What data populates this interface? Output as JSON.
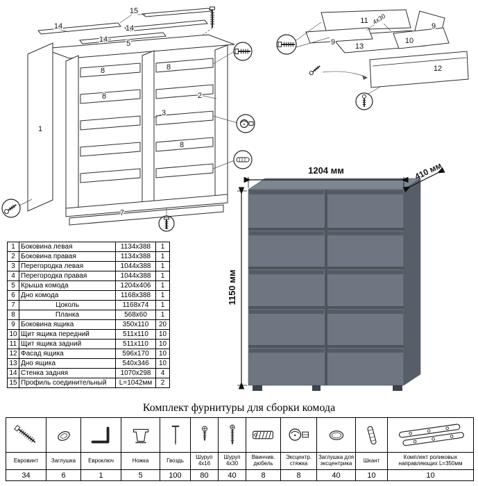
{
  "diagram_left": {
    "labels": {
      "l15": "15",
      "l14a": "14",
      "l14b": "14",
      "l14c": "14",
      "l5": "5",
      "l1": "1",
      "l8a": "8",
      "l8b": "8",
      "l8c": "8",
      "l8d": "8",
      "l2": "2",
      "l3": "3",
      "l7": "7"
    }
  },
  "diagram_right": {
    "labels": {
      "l11": "11",
      "l9a": "9",
      "l9b": "9",
      "l13": "13",
      "l10": "10",
      "l12": "12"
    },
    "screw_note": "4x30"
  },
  "product": {
    "dim_width": "1204 мм",
    "dim_depth": "410 мм",
    "dim_height": "1150 мм",
    "colors": {
      "front": "#6d7681",
      "top": "#7e8791",
      "side": "#575e67",
      "gap": "#4e545c",
      "groove": "#545b64"
    }
  },
  "parts_table": {
    "rows": [
      {
        "num": "1",
        "name": "Боковина левая",
        "size": "1134x388",
        "qty": "1"
      },
      {
        "num": "2",
        "name": "Боковина правая",
        "size": "1134x388",
        "qty": "1"
      },
      {
        "num": "3",
        "name": "Перегородка левая",
        "size": "1044x388",
        "qty": "1"
      },
      {
        "num": "4",
        "name": "Перегородка правая",
        "size": "1044x388",
        "qty": "1"
      },
      {
        "num": "5",
        "name": "Крыша комода",
        "size": "1204x406",
        "qty": "1"
      },
      {
        "num": "6",
        "name": "Дно комода",
        "size": "1168x388",
        "qty": "1"
      },
      {
        "num": "7",
        "name": "Цоколь",
        "size": "1168x74",
        "qty": "1"
      },
      {
        "num": "8",
        "name": "Планка",
        "size": "568x60",
        "qty": "1"
      },
      {
        "num": "9",
        "name": "Боковина ящика",
        "size": "350x110",
        "qty": "20"
      },
      {
        "num": "10",
        "name": "Щит ящика передний",
        "size": "511x110",
        "qty": "10"
      },
      {
        "num": "11",
        "name": "Щит ящика задний",
        "size": "511x110",
        "qty": "10"
      },
      {
        "num": "12",
        "name": "Фасад ящика",
        "size": "596x170",
        "qty": "10"
      },
      {
        "num": "13",
        "name": "Дно ящика",
        "size": "540x346",
        "qty": "10"
      },
      {
        "num": "14",
        "name": "Стенка задняя",
        "size": "1070x298",
        "qty": "4"
      },
      {
        "num": "15",
        "name": "Профиль соединительный",
        "size": "L=1042мм",
        "qty": "2"
      }
    ]
  },
  "hardware": {
    "title": "Комплект фурнитуры для сборки комода",
    "items": [
      {
        "name": "Евровинт",
        "qty": "34",
        "icon": "euroscrew-icon"
      },
      {
        "name": "Заглушка",
        "qty": "6",
        "icon": "cap-icon"
      },
      {
        "name": "Евроключ",
        "qty": "1",
        "icon": "hex-key-icon"
      },
      {
        "name": "Ножка",
        "qty": "5",
        "icon": "leg-icon"
      },
      {
        "name": "Гвоздь",
        "qty": "100",
        "icon": "nail-icon"
      },
      {
        "name": "Шуруп 4x16",
        "qty": "80",
        "icon": "screw-short-icon"
      },
      {
        "name": "Шуруп 4x30",
        "qty": "40",
        "icon": "screw-long-icon"
      },
      {
        "name": "Ввинчив. дюбель",
        "qty": "8",
        "icon": "insert-dowel-icon"
      },
      {
        "name": "Эксцентр. стяжка",
        "qty": "8",
        "icon": "cam-lock-icon"
      },
      {
        "name": "Заглушка для эксцентрика",
        "qty": "40",
        "icon": "cam-cap-icon"
      },
      {
        "name": "Шкант",
        "qty": "10",
        "icon": "wood-dowel-icon"
      },
      {
        "name": "Комплект роликовых направляющих L=350мм",
        "qty": "10",
        "icon": "drawer-slide-icon"
      }
    ]
  }
}
